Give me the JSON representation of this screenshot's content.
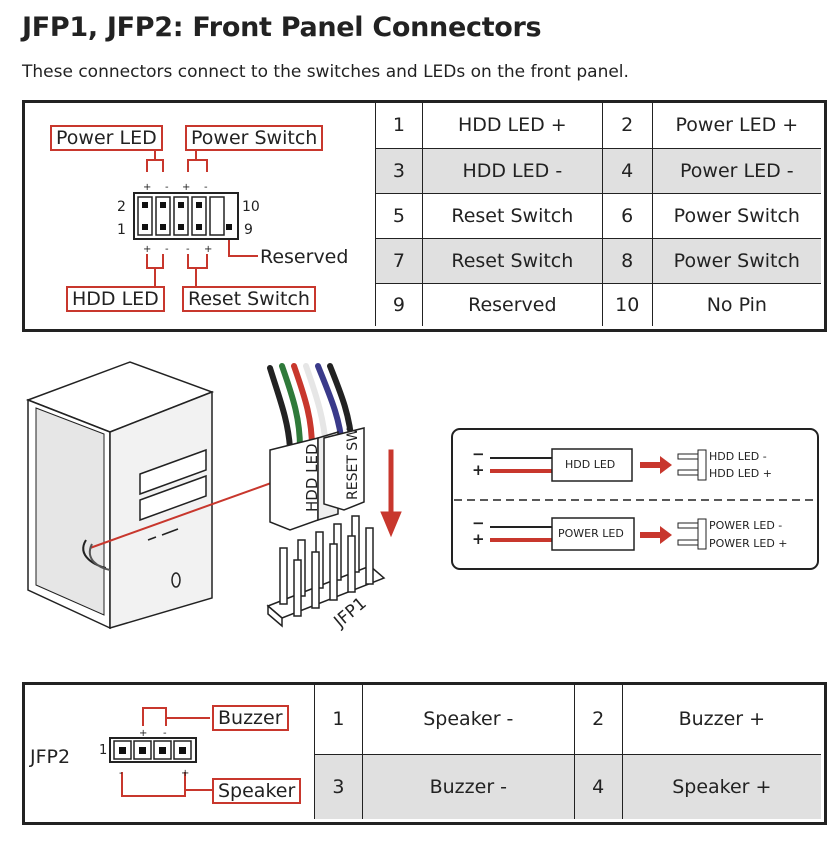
{
  "page": {
    "title": "JFP1, JFP2: Front Panel Connectors",
    "subtitle": "These connectors connect to the switches and LEDs on the front panel."
  },
  "jfp1": {
    "labels": {
      "power_led": "Power LED",
      "power_switch": "Power Switch",
      "reserved": "Reserved",
      "hdd_led": "HDD LED",
      "reset_switch": "Reset Switch",
      "pin_2": "2",
      "pin_1": "1",
      "pin_10": "10",
      "pin_9": "9"
    },
    "table": [
      [
        "1",
        "HDD LED +",
        "2",
        "Power LED +"
      ],
      [
        "3",
        "HDD LED -",
        "4",
        "Power LED -"
      ],
      [
        "5",
        "Reset Switch",
        "6",
        "Power Switch"
      ],
      [
        "7",
        "Reset Switch",
        "8",
        "Power Switch"
      ],
      [
        "9",
        "Reserved",
        "10",
        "No Pin"
      ]
    ]
  },
  "illustration": {
    "cable_left": "HDD LED",
    "cable_right": "RESET SW",
    "header_label": "JFP1",
    "hdd_led_box": "HDD LED",
    "hdd_led_minus": "HDD LED -",
    "hdd_led_plus": "HDD LED +",
    "power_led_box": "POWER LED",
    "power_led_minus": "POWER LED -",
    "power_led_plus": "POWER LED +",
    "minus_sign": "−",
    "plus_sign": "+"
  },
  "jfp2": {
    "name": "JFP2",
    "pin_one": "1",
    "buzzer": "Buzzer",
    "speaker": "Speaker",
    "table": [
      [
        "1",
        "Speaker -",
        "2",
        "Buzzer +"
      ],
      [
        "3",
        "Buzzer -",
        "4",
        "Speaker +"
      ]
    ]
  },
  "colors": {
    "accent_red": "#c8372d",
    "row_shade": "#e0e0e0"
  }
}
